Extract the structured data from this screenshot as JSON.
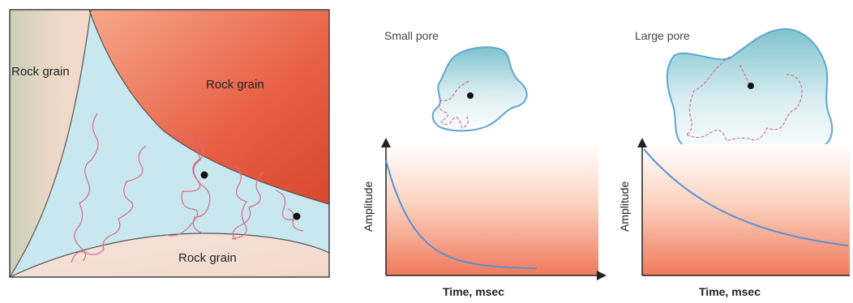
{
  "left_panel": {
    "grain_labels": [
      "Rock grain",
      "Rock grain",
      "Rock grain"
    ]
  },
  "small_pore": {
    "title": "Small pore",
    "ylabel": "Amplitude",
    "xlabel": "Time, msec"
  },
  "large_pore": {
    "title": "Large pore",
    "ylabel": "Amplitude",
    "xlabel": "Time, msec"
  },
  "colors": {
    "pore_fill": "#c9e7ee",
    "grain_red": "#e8654a",
    "grain_tan": "#ead9c4",
    "curve": "#5a8fd6",
    "diffusion_path": "#d96a8c"
  }
}
